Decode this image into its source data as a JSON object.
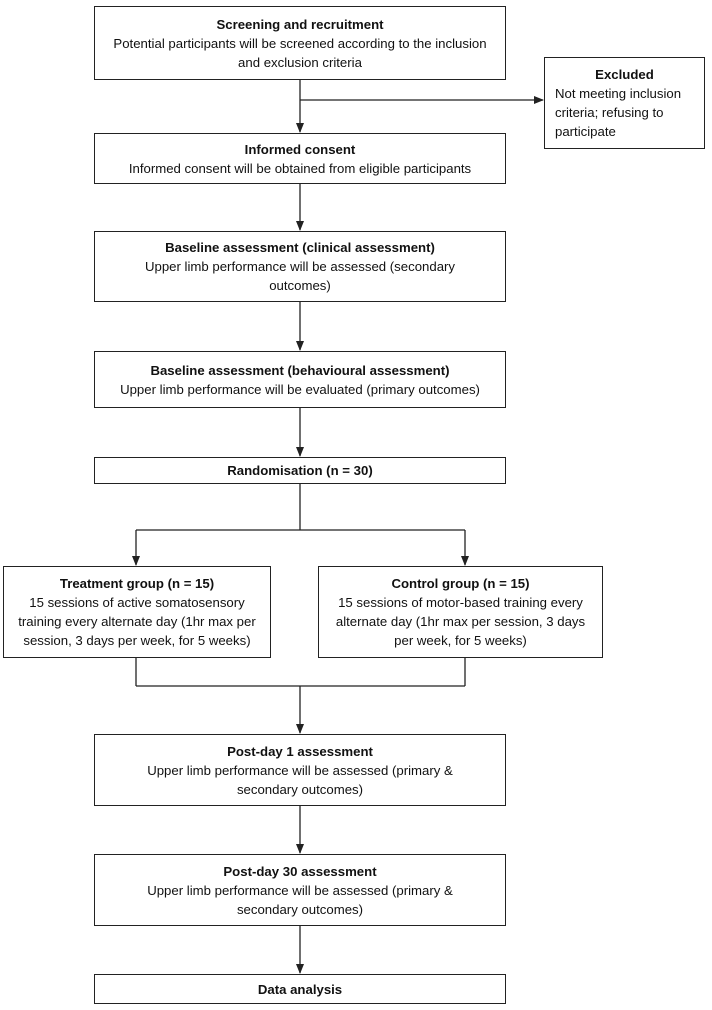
{
  "screening": {
    "title": "Screening and recruitment",
    "body": "Potential participants will be screened according to the inclusion and exclusion criteria"
  },
  "excluded": {
    "title": "Excluded",
    "body": "Not meeting inclusion criteria; refusing to participate"
  },
  "consent": {
    "title": "Informed consent",
    "body": "Informed consent will be obtained from eligible participants"
  },
  "baseline_clinical": {
    "title": "Baseline assessment (clinical assessment)",
    "body": "Upper limb performance will be assessed (secondary outcomes)"
  },
  "baseline_behavioural": {
    "title": "Baseline assessment (behavioural assessment)",
    "body": "Upper limb performance will be evaluated (primary outcomes)"
  },
  "randomisation": {
    "title": "Randomisation (n = 30)"
  },
  "treatment": {
    "title": "Treatment group (n = 15)",
    "body": "15 sessions of active somatosensory training every alternate day (1hr max per session, 3 days per week, for 5 weeks)"
  },
  "control": {
    "title": "Control group (n = 15)",
    "body": "15 sessions of motor-based training every alternate day (1hr max per session, 3 days per week, for 5 weeks)"
  },
  "post_day1": {
    "title": "Post-day 1 assessment",
    "body": "Upper limb performance will be assessed (primary & secondary outcomes)"
  },
  "post_day30": {
    "title": "Post-day 30 assessment",
    "body": "Upper limb performance will be assessed (primary & secondary outcomes)"
  },
  "analysis": {
    "title": "Data analysis"
  }
}
